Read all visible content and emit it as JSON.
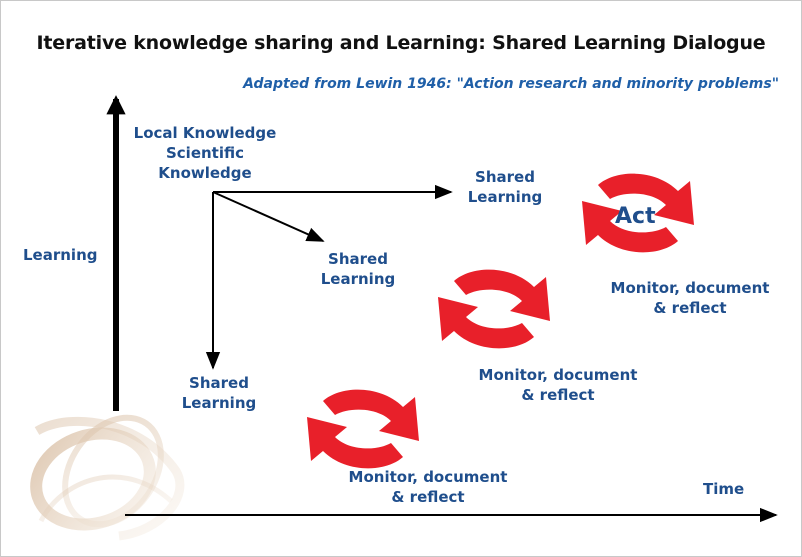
{
  "title": "Iterative knowledge sharing and Learning: Shared Learning Dialogue",
  "subtitle": "Adapted from Lewin 1946: \"Action research and minority problems\"",
  "axes": {
    "y_label": "Learning",
    "x_label": "Time"
  },
  "knowledge": {
    "line1": "Local Knowledge",
    "line2": "Scientific",
    "line3": "Knowledge"
  },
  "shared_learning": {
    "line1": "Shared",
    "line2": "Learning"
  },
  "cycle": {
    "monitor_line1": "Monitor, document",
    "monitor_line2": "& reflect",
    "act": "Act"
  },
  "colors": {
    "label": "#1f4e8c",
    "subtitle": "#1f5fa8",
    "cycle_arrow": "#e8202a",
    "axis": "#000000"
  }
}
